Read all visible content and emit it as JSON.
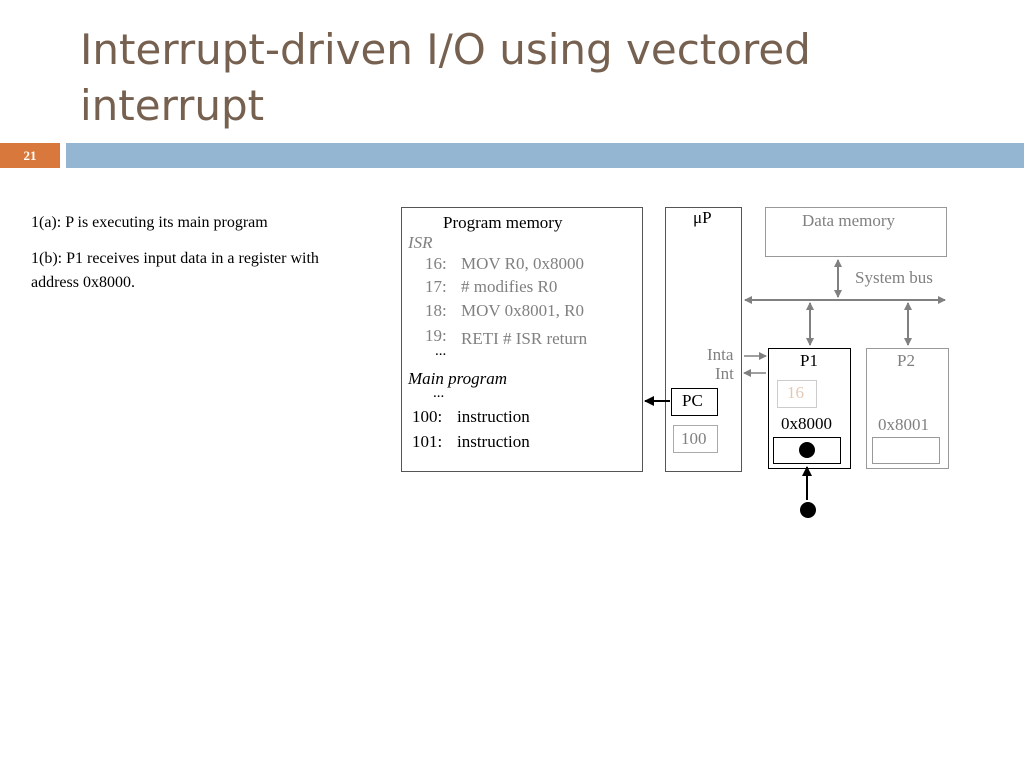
{
  "slide": {
    "title": "Interrupt-driven I/O using vectored interrupt",
    "number": "21"
  },
  "notes": [
    "1(a): P is executing its main program",
    "1(b): P1 receives input data in a register with address 0x8000."
  ],
  "program_memory": {
    "title": "Program memory",
    "isr_label": "ISR",
    "isr_lines": [
      {
        "addr": "16:",
        "code": "MOV R0, 0x8000"
      },
      {
        "addr": "17:",
        "code": "# modifies R0"
      },
      {
        "addr": "18:",
        "code": "MOV 0x8001, R0"
      },
      {
        "addr": "19:",
        "code": "RETI  # ISR return"
      }
    ],
    "ellipsis1": "...",
    "main_label": "Main program",
    "ellipsis2": "...",
    "main_lines": [
      {
        "addr": "100:",
        "code": "instruction"
      },
      {
        "addr": "101:",
        "code": "instruction"
      }
    ]
  },
  "up": {
    "label": "μP",
    "pc_label": "PC",
    "pc_value": "100",
    "inta": "Inta",
    "int": "Int"
  },
  "data_memory": {
    "label": "Data memory"
  },
  "system_bus": {
    "label": "System bus"
  },
  "p1": {
    "label": "P1",
    "vector": "16",
    "address": "0x8000"
  },
  "p2": {
    "label": "P2",
    "address": "0x8001"
  }
}
